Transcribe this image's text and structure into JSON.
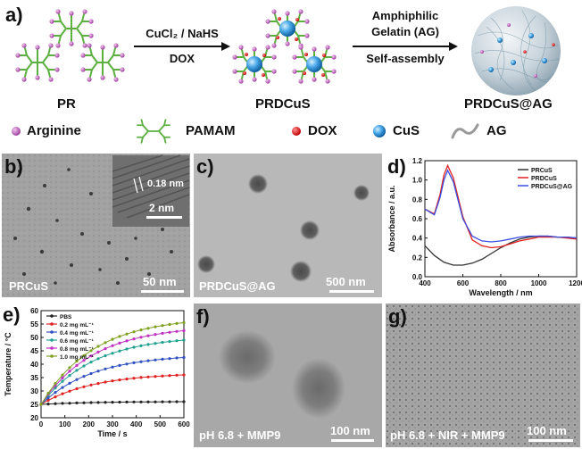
{
  "panel_letters": {
    "a": "a)",
    "b": "b)",
    "c": "c)",
    "d": "d)",
    "e": "e)",
    "f": "f)",
    "g": "g)"
  },
  "scheme": {
    "label_pr": "PR",
    "label_prdcus": "PRDCuS",
    "label_final": "PRDCuS@AG",
    "arrow1_top": "CuCl₂ / NaHS",
    "arrow1_bottom": "DOX",
    "arrow2_line1": "Amphiphilic",
    "arrow2_line2": "Gelatin (AG)",
    "arrow2_bottom": "Self-assembly",
    "legend": [
      {
        "name": "Arginine",
        "icon": "arginine-dot",
        "color": "#d070c8"
      },
      {
        "name": "PAMAM",
        "icon": "pamam-dendrimer",
        "color": "#5cb040"
      },
      {
        "name": "DOX",
        "icon": "dox-dot",
        "color": "#e02020"
      },
      {
        "name": "CuS",
        "icon": "cus-sphere",
        "color": "#3a9ee0"
      },
      {
        "name": "AG",
        "icon": "ag-strand",
        "color": "#999999"
      }
    ]
  },
  "tem": {
    "b": {
      "caption": "PRCuS",
      "scale": "50 nm",
      "inset_spacing": "0.18 nm",
      "inset_scale": "2 nm"
    },
    "c": {
      "caption": "PRDCuS@AG",
      "scale": "500 nm"
    },
    "f": {
      "caption": "pH 6.8 + MMP9",
      "scale": "100 nm"
    },
    "g": {
      "caption": "pH 6.8 + NIR + MMP9",
      "scale": "100 nm"
    }
  },
  "chart_data": [
    {
      "panel": "d",
      "type": "line",
      "xlabel": "Wavelength / nm",
      "ylabel": "Absorbance / a.u.",
      "xlim": [
        400,
        1200
      ],
      "ylim": [
        0.0,
        1.2
      ],
      "xticks": [
        400,
        600,
        800,
        1000,
        1200
      ],
      "yticks": [
        0.0,
        0.2,
        0.4,
        0.6,
        0.8,
        1.0,
        1.2
      ],
      "legend_position": "top-right",
      "series": [
        {
          "name": "PRCuS",
          "color": "#333333",
          "x": [
            400,
            450,
            500,
            550,
            600,
            650,
            700,
            750,
            800,
            850,
            900,
            950,
            1000,
            1050,
            1100,
            1150,
            1200
          ],
          "y": [
            0.32,
            0.22,
            0.15,
            0.12,
            0.12,
            0.14,
            0.18,
            0.24,
            0.3,
            0.35,
            0.39,
            0.41,
            0.42,
            0.42,
            0.41,
            0.41,
            0.4
          ]
        },
        {
          "name": "PRDCuS",
          "color": "#e02020",
          "x": [
            400,
            450,
            480,
            500,
            520,
            550,
            600,
            650,
            700,
            750,
            800,
            850,
            900,
            950,
            1000,
            1050,
            1100,
            1150,
            1200
          ],
          "y": [
            0.7,
            0.65,
            0.85,
            1.05,
            1.15,
            1.02,
            0.62,
            0.38,
            0.32,
            0.3,
            0.31,
            0.34,
            0.37,
            0.39,
            0.41,
            0.41,
            0.41,
            0.4,
            0.39
          ]
        },
        {
          "name": "PRDCuS@AG",
          "color": "#3a4ee0",
          "x": [
            400,
            450,
            480,
            500,
            520,
            550,
            600,
            650,
            700,
            750,
            800,
            850,
            900,
            950,
            1000,
            1050,
            1100,
            1150,
            1200
          ],
          "y": [
            0.7,
            0.64,
            0.82,
            1.0,
            1.1,
            0.98,
            0.6,
            0.42,
            0.37,
            0.36,
            0.37,
            0.39,
            0.41,
            0.42,
            0.42,
            0.42,
            0.41,
            0.41,
            0.4
          ]
        }
      ]
    },
    {
      "panel": "e",
      "type": "line",
      "xlabel": "Time / s",
      "ylabel": "Temperature / °C",
      "xlim": [
        0,
        600
      ],
      "ylim": [
        20,
        60
      ],
      "xticks": [
        0,
        100,
        200,
        300,
        400,
        500,
        600
      ],
      "yticks": [
        20,
        25,
        30,
        35,
        40,
        45,
        50,
        55,
        60
      ],
      "legend_position": "top-left",
      "x": [
        0,
        30,
        60,
        90,
        120,
        150,
        180,
        210,
        240,
        270,
        300,
        330,
        360,
        390,
        420,
        450,
        480,
        510,
        540,
        570,
        600
      ],
      "series": [
        {
          "name": "PBS",
          "color": "#222222",
          "start": 25.0,
          "end": 26.0
        },
        {
          "name": "0.2 mg mL⁻¹",
          "color": "#e02020",
          "start": 25.0,
          "end": 36.0
        },
        {
          "name": "0.4 mg mL⁻¹",
          "color": "#3050c0",
          "start": 25.0,
          "end": 42.5
        },
        {
          "name": "0.6 mg mL⁻¹",
          "color": "#20a090",
          "start": 25.0,
          "end": 49.0
        },
        {
          "name": "0.8 mg mL⁻¹",
          "color": "#c030c0",
          "start": 25.0,
          "end": 52.5
        },
        {
          "name": "1.0 mg mL⁻¹",
          "color": "#80a020",
          "start": 25.0,
          "end": 55.5
        }
      ]
    }
  ]
}
